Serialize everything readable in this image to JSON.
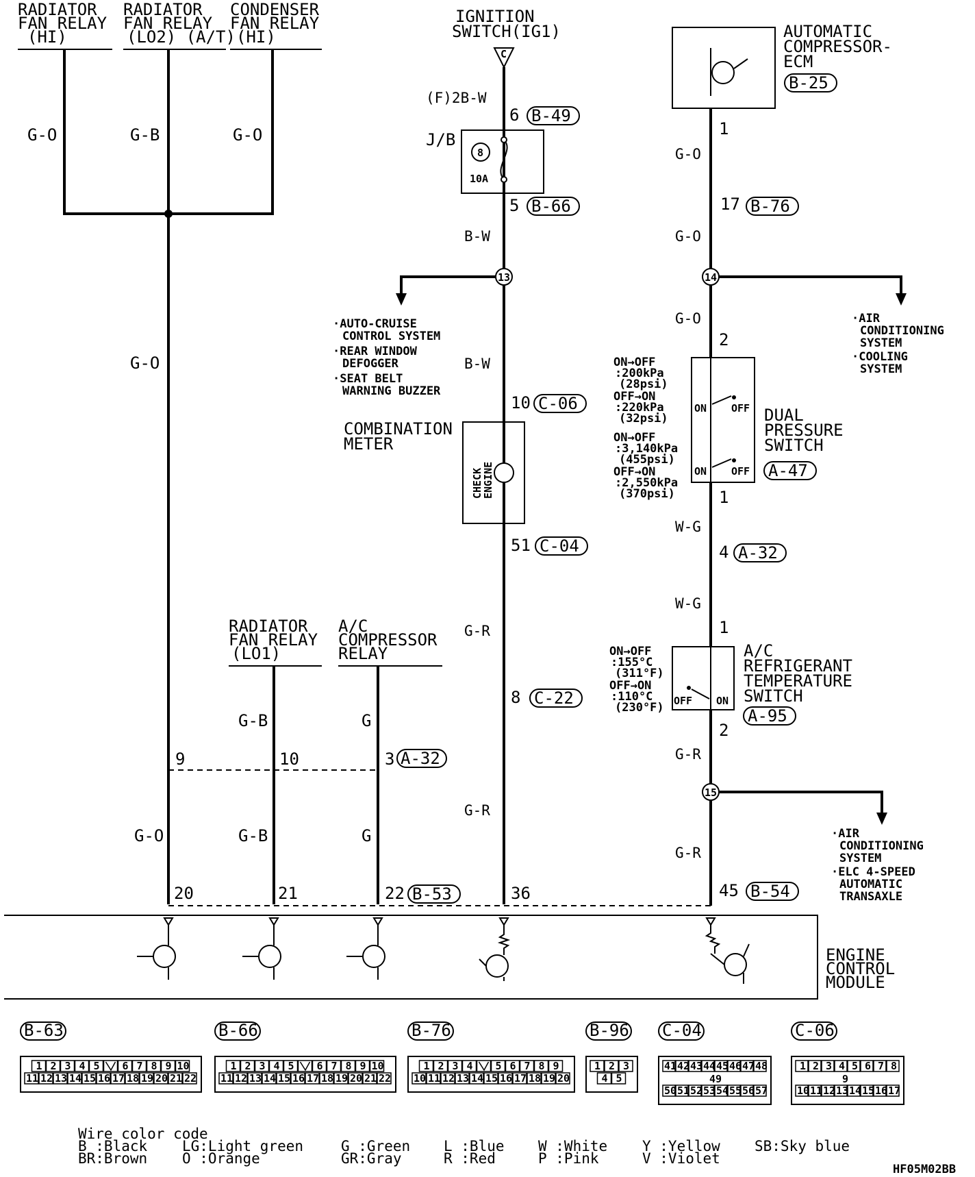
{
  "relays_top": {
    "rad_hi": [
      "RADIATOR",
      "FAN RELAY",
      "(HI)"
    ],
    "rad_lo2": [
      "RADIATOR",
      "FAN RELAY",
      "(LO2) (A/T)"
    ],
    "cond_hi": [
      "CONDENSER",
      "FAN RELAY",
      "(HI)"
    ]
  },
  "ignition": [
    "IGNITION",
    "SWITCH(IG1)"
  ],
  "ignition_term": "C",
  "ecm": {
    "name": [
      "AUTOMATIC",
      "COMPRESSOR-",
      "ECM"
    ],
    "conn": "B-25"
  },
  "wires": {
    "go1": "G-O",
    "gb1": "G-B",
    "go2": "G-O",
    "go_main": "G-O",
    "fbw": "(F)2B-W",
    "bw1": "B-W",
    "bw2": "B-W",
    "gr1": "G-R",
    "gr2": "G-R",
    "rgo1": "G-O",
    "rgo2": "G-O",
    "rgo3": "G-O",
    "wg1": "W-G",
    "wg2": "W-G",
    "rgr1": "G-R",
    "rgr2": "G-R",
    "gb2": "G-B",
    "g1": "G",
    "go3": "G-O",
    "gb3": "G-B",
    "g2": "G"
  },
  "pins": {
    "p6": "6",
    "p5": "5",
    "p10": "10",
    "p51": "51",
    "p8": "8",
    "p36": "36",
    "e1": "1",
    "e17": "17",
    "d2": "2",
    "d1": "1",
    "a4": "4",
    "r1": "1",
    "r2": "2",
    "p45": "45",
    "n9": "9",
    "n10": "10",
    "n3": "3",
    "n20": "20",
    "n21": "21",
    "n22": "22"
  },
  "conns": {
    "b49": "B-49",
    "b66": "B-66",
    "c06": "C-06",
    "c04": "C-04",
    "c22": "C-22",
    "b76": "B-76",
    "a47": "A-47",
    "a32a": "A-32",
    "a95": "A-95",
    "b54": "B-54",
    "a32b": "A-32",
    "b53": "B-53"
  },
  "jb": {
    "label": "J/B",
    "fuse_no": "8",
    "fuse_amp": "10A"
  },
  "splices": {
    "s13": "13",
    "s14": "14",
    "s15": "15"
  },
  "branch_left": [
    "·AUTO-CRUISE",
    "CONTROL SYSTEM",
    "·REAR WINDOW",
    "DEFOGGER",
    "·SEAT BELT",
    "WARNING BUZZER"
  ],
  "branch_right1": [
    "·AIR",
    "CONDITIONING",
    "SYSTEM",
    "·COOLING",
    "SYSTEM"
  ],
  "branch_right2": [
    "·AIR",
    "CONDITIONING",
    "SYSTEM",
    "·ELC 4-SPEED",
    "AUTOMATIC",
    "TRANSAXLE"
  ],
  "meter": {
    "name": [
      "COMBINATION",
      "METER"
    ],
    "lamp": [
      "CHECK",
      "ENGINE"
    ]
  },
  "dual_switch": {
    "name": [
      "DUAL",
      "PRESSURE",
      "SWITCH"
    ],
    "specs": [
      "ON→OFF",
      ":200kPa",
      "(28psi)",
      "OFF→ON",
      ":220kPa",
      "(32psi)",
      "ON→OFF",
      ":3,140kPa",
      "(455psi)",
      "OFF→ON",
      ":2,550kPa",
      "(370psi)"
    ],
    "on": "ON",
    "off": "OFF"
  },
  "temp_switch": {
    "name": [
      "A/C",
      "REFRIGERANT",
      "TEMPERATURE",
      "SWITCH"
    ],
    "specs": [
      "ON→OFF",
      ":155°C",
      "(311°F)",
      "OFF→ON",
      ":110°C",
      "(230°F)"
    ],
    "on": "ON",
    "off": "OFF"
  },
  "relays_mid": {
    "rad_lo1": [
      "RADIATOR",
      "FAN RELAY",
      "(LO1)"
    ],
    "ac_comp": [
      "A/C",
      "COMPRESSOR",
      "RELAY"
    ]
  },
  "engine_cm": [
    "ENGINE",
    "CONTROL",
    "MODULE"
  ],
  "connector_views": {
    "b63": {
      "label": "B-63",
      "row1": [
        "1",
        "2",
        "3",
        "4",
        "5",
        "",
        "6",
        "7",
        "8",
        "9",
        "10"
      ],
      "row2": [
        "11",
        "12",
        "13",
        "14",
        "15",
        "16",
        "17",
        "18",
        "19",
        "20",
        "21",
        "22"
      ]
    },
    "b66": {
      "label": "B-66",
      "row1": [
        "1",
        "2",
        "3",
        "4",
        "5",
        "",
        "6",
        "7",
        "8",
        "9",
        "10"
      ],
      "row2": [
        "11",
        "12",
        "13",
        "14",
        "15",
        "16",
        "17",
        "18",
        "19",
        "20",
        "21",
        "22"
      ]
    },
    "b76": {
      "label": "B-76",
      "row1": [
        "1",
        "2",
        "3",
        "4",
        "",
        "5",
        "6",
        "7",
        "8",
        "9"
      ],
      "row2": [
        "10",
        "11",
        "12",
        "13",
        "14",
        "15",
        "16",
        "17",
        "18",
        "19",
        "20"
      ]
    },
    "b96": {
      "label": "B-96",
      "row1": [
        "1",
        "2",
        "3"
      ],
      "row2": [
        "4",
        "5"
      ]
    },
    "c04": {
      "label": "C-04",
      "row1": [
        "41",
        "42",
        "43",
        "44",
        "45",
        "46",
        "47",
        "48"
      ],
      "mid": "49",
      "row2": [
        "50",
        "51",
        "52",
        "53",
        "54",
        "55",
        "56",
        "57"
      ]
    },
    "c06": {
      "label": "C-06",
      "row1": [
        "1",
        "2",
        "3",
        "4",
        "5",
        "6",
        "7",
        "8"
      ],
      "mid": "9",
      "row2": [
        "10",
        "11",
        "12",
        "13",
        "14",
        "15",
        "16",
        "17"
      ]
    }
  },
  "legend": {
    "title": "Wire color code",
    "items": [
      [
        "B :Black",
        "BR:Brown"
      ],
      [
        "LG:Light green",
        "O :Orange"
      ],
      [
        "G :Green",
        "GR:Gray"
      ],
      [
        "L :Blue",
        "R :Red"
      ],
      [
        "W :White",
        "P :Pink"
      ],
      [
        "Y :Yellow",
        "V :Violet"
      ],
      [
        "SB:Sky blue",
        ""
      ]
    ]
  },
  "ref_code": "HF05M02BB"
}
